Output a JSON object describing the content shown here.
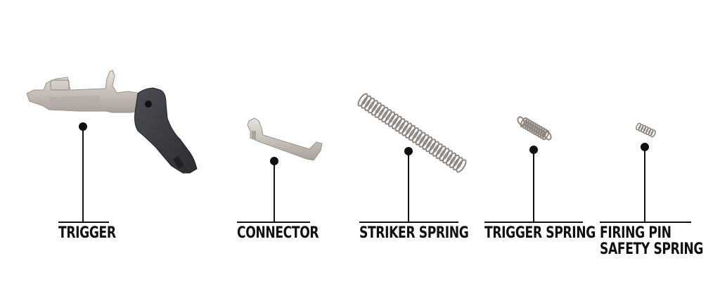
{
  "diagram": {
    "background": "#ffffff",
    "line_color": "#111111",
    "parts": [
      {
        "id": "trigger",
        "label_lines": [
          "TRIGGER"
        ]
      },
      {
        "id": "connector",
        "label_lines": [
          "CONNECTOR"
        ]
      },
      {
        "id": "striker-spring",
        "label_lines": [
          "STRIKER SPRING"
        ]
      },
      {
        "id": "trigger-spring",
        "label_lines": [
          "TRIGGER SPRING"
        ]
      },
      {
        "id": "firing-pin-safety-spring",
        "label_lines": [
          "FIRING PIN",
          "SAFETY SPRING"
        ]
      }
    ]
  }
}
